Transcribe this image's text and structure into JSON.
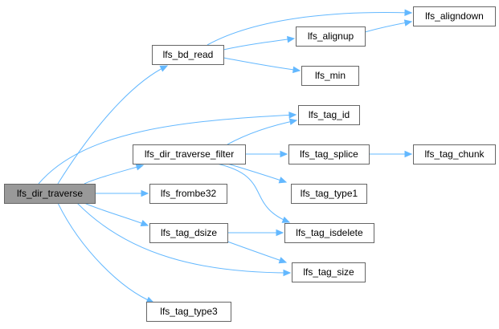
{
  "diagram": {
    "type": "call-graph",
    "root": "lfs_dir_traverse",
    "colors": {
      "edge": "#63b8ff",
      "node_border": "#666666",
      "root_fill": "#999999",
      "node_fill": "#ffffff"
    },
    "nodes": {
      "dir_traverse": "lfs_dir_traverse",
      "bd_read": "lfs_bd_read",
      "alignup": "lfs_alignup",
      "aligndown": "lfs_aligndown",
      "min": "lfs_min",
      "tag_id": "lfs_tag_id",
      "dir_traverse_filter": "lfs_dir_traverse_filter",
      "tag_splice": "lfs_tag_splice",
      "tag_chunk": "lfs_tag_chunk",
      "frombe32": "lfs_frombe32",
      "tag_type1": "lfs_tag_type1",
      "tag_dsize": "lfs_tag_dsize",
      "tag_isdelete": "lfs_tag_isdelete",
      "tag_size": "lfs_tag_size",
      "tag_type3": "lfs_tag_type3"
    },
    "edges": [
      [
        "dir_traverse",
        "bd_read"
      ],
      [
        "dir_traverse",
        "tag_id"
      ],
      [
        "dir_traverse",
        "dir_traverse_filter"
      ],
      [
        "dir_traverse",
        "frombe32"
      ],
      [
        "dir_traverse",
        "tag_dsize"
      ],
      [
        "dir_traverse",
        "tag_size"
      ],
      [
        "dir_traverse",
        "tag_type3"
      ],
      [
        "bd_read",
        "aligndown"
      ],
      [
        "bd_read",
        "alignup"
      ],
      [
        "bd_read",
        "min"
      ],
      [
        "alignup",
        "aligndown"
      ],
      [
        "dir_traverse_filter",
        "tag_id"
      ],
      [
        "dir_traverse_filter",
        "tag_splice"
      ],
      [
        "dir_traverse_filter",
        "tag_type1"
      ],
      [
        "dir_traverse_filter",
        "tag_isdelete"
      ],
      [
        "tag_splice",
        "tag_chunk"
      ],
      [
        "tag_dsize",
        "tag_isdelete"
      ],
      [
        "tag_dsize",
        "tag_size"
      ]
    ]
  }
}
